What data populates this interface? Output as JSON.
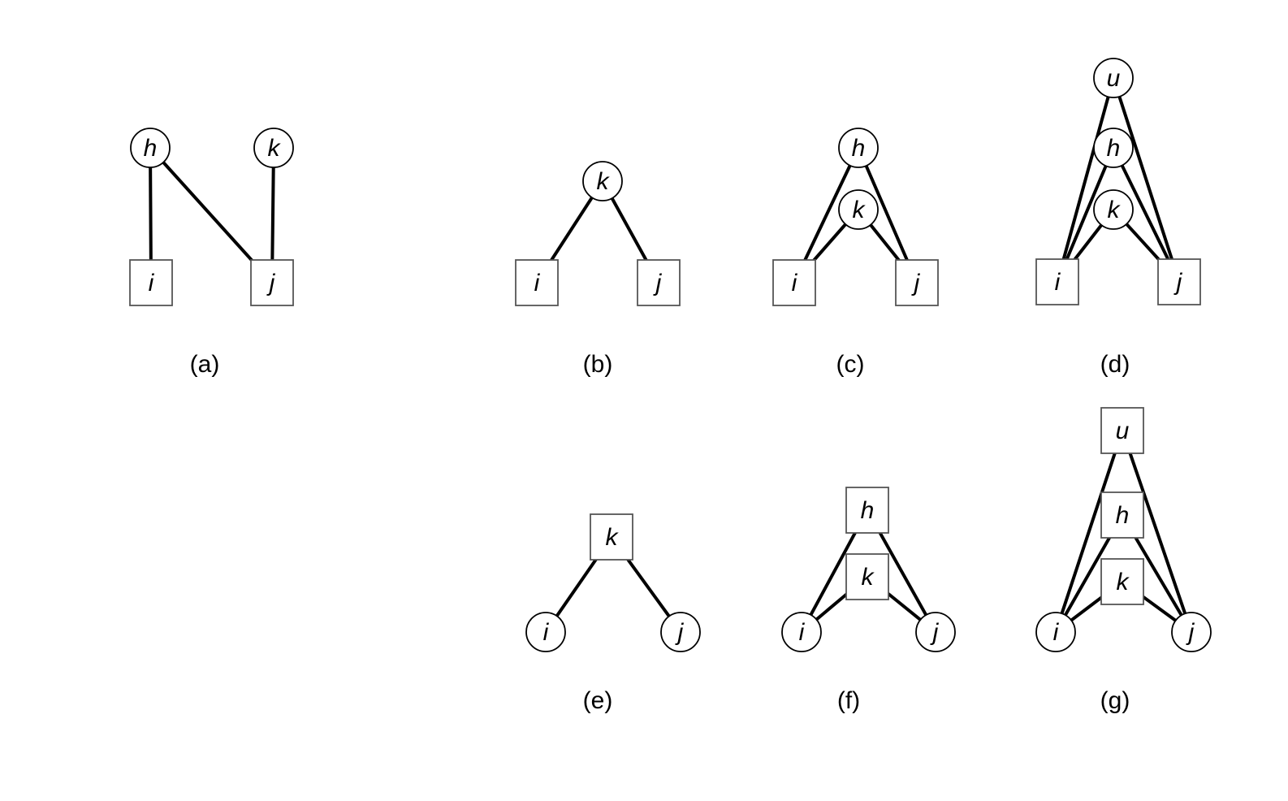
{
  "panels": [
    {
      "caption": "(a)",
      "nodes": [
        {
          "id": "h",
          "label": "h",
          "shape": "circle"
        },
        {
          "id": "k",
          "label": "k",
          "shape": "circle"
        },
        {
          "id": "i",
          "label": "i",
          "shape": "square"
        },
        {
          "id": "j",
          "label": "j",
          "shape": "square"
        }
      ],
      "edges": [
        [
          "h",
          "i"
        ],
        [
          "h",
          "j"
        ],
        [
          "k",
          "j"
        ]
      ]
    },
    {
      "caption": "(b)",
      "nodes": [
        {
          "id": "k",
          "label": "k",
          "shape": "circle"
        },
        {
          "id": "i",
          "label": "i",
          "shape": "square"
        },
        {
          "id": "j",
          "label": "j",
          "shape": "square"
        }
      ],
      "edges": [
        [
          "k",
          "i"
        ],
        [
          "k",
          "j"
        ]
      ]
    },
    {
      "caption": "(c)",
      "nodes": [
        {
          "id": "h",
          "label": "h",
          "shape": "circle"
        },
        {
          "id": "k",
          "label": "k",
          "shape": "circle"
        },
        {
          "id": "i",
          "label": "i",
          "shape": "square"
        },
        {
          "id": "j",
          "label": "j",
          "shape": "square"
        }
      ],
      "edges": [
        [
          "h",
          "i"
        ],
        [
          "h",
          "j"
        ],
        [
          "k",
          "i"
        ],
        [
          "k",
          "j"
        ]
      ]
    },
    {
      "caption": "(d)",
      "nodes": [
        {
          "id": "u",
          "label": "u",
          "shape": "circle"
        },
        {
          "id": "h",
          "label": "h",
          "shape": "circle"
        },
        {
          "id": "k",
          "label": "k",
          "shape": "circle"
        },
        {
          "id": "i",
          "label": "i",
          "shape": "square"
        },
        {
          "id": "j",
          "label": "j",
          "shape": "square"
        }
      ],
      "edges": [
        [
          "u",
          "i"
        ],
        [
          "u",
          "j"
        ],
        [
          "h",
          "i"
        ],
        [
          "h",
          "j"
        ],
        [
          "k",
          "i"
        ],
        [
          "k",
          "j"
        ]
      ]
    },
    {
      "caption": "(e)",
      "nodes": [
        {
          "id": "k",
          "label": "k",
          "shape": "square"
        },
        {
          "id": "i",
          "label": "i",
          "shape": "circle"
        },
        {
          "id": "j",
          "label": "j",
          "shape": "circle"
        }
      ],
      "edges": [
        [
          "k",
          "i"
        ],
        [
          "k",
          "j"
        ]
      ]
    },
    {
      "caption": "(f)",
      "nodes": [
        {
          "id": "h",
          "label": "h",
          "shape": "square"
        },
        {
          "id": "k",
          "label": "k",
          "shape": "square"
        },
        {
          "id": "i",
          "label": "i",
          "shape": "circle"
        },
        {
          "id": "j",
          "label": "j",
          "shape": "circle"
        }
      ],
      "edges": [
        [
          "h",
          "i"
        ],
        [
          "h",
          "j"
        ],
        [
          "k",
          "i"
        ],
        [
          "k",
          "j"
        ]
      ]
    },
    {
      "caption": "(g)",
      "nodes": [
        {
          "id": "u",
          "label": "u",
          "shape": "square"
        },
        {
          "id": "h",
          "label": "h",
          "shape": "square"
        },
        {
          "id": "k",
          "label": "k",
          "shape": "square"
        },
        {
          "id": "i",
          "label": "i",
          "shape": "circle"
        },
        {
          "id": "j",
          "label": "j",
          "shape": "circle"
        }
      ],
      "edges": [
        [
          "u",
          "i"
        ],
        [
          "u",
          "j"
        ],
        [
          "h",
          "i"
        ],
        [
          "h",
          "j"
        ],
        [
          "k",
          "i"
        ],
        [
          "k",
          "j"
        ]
      ]
    }
  ]
}
